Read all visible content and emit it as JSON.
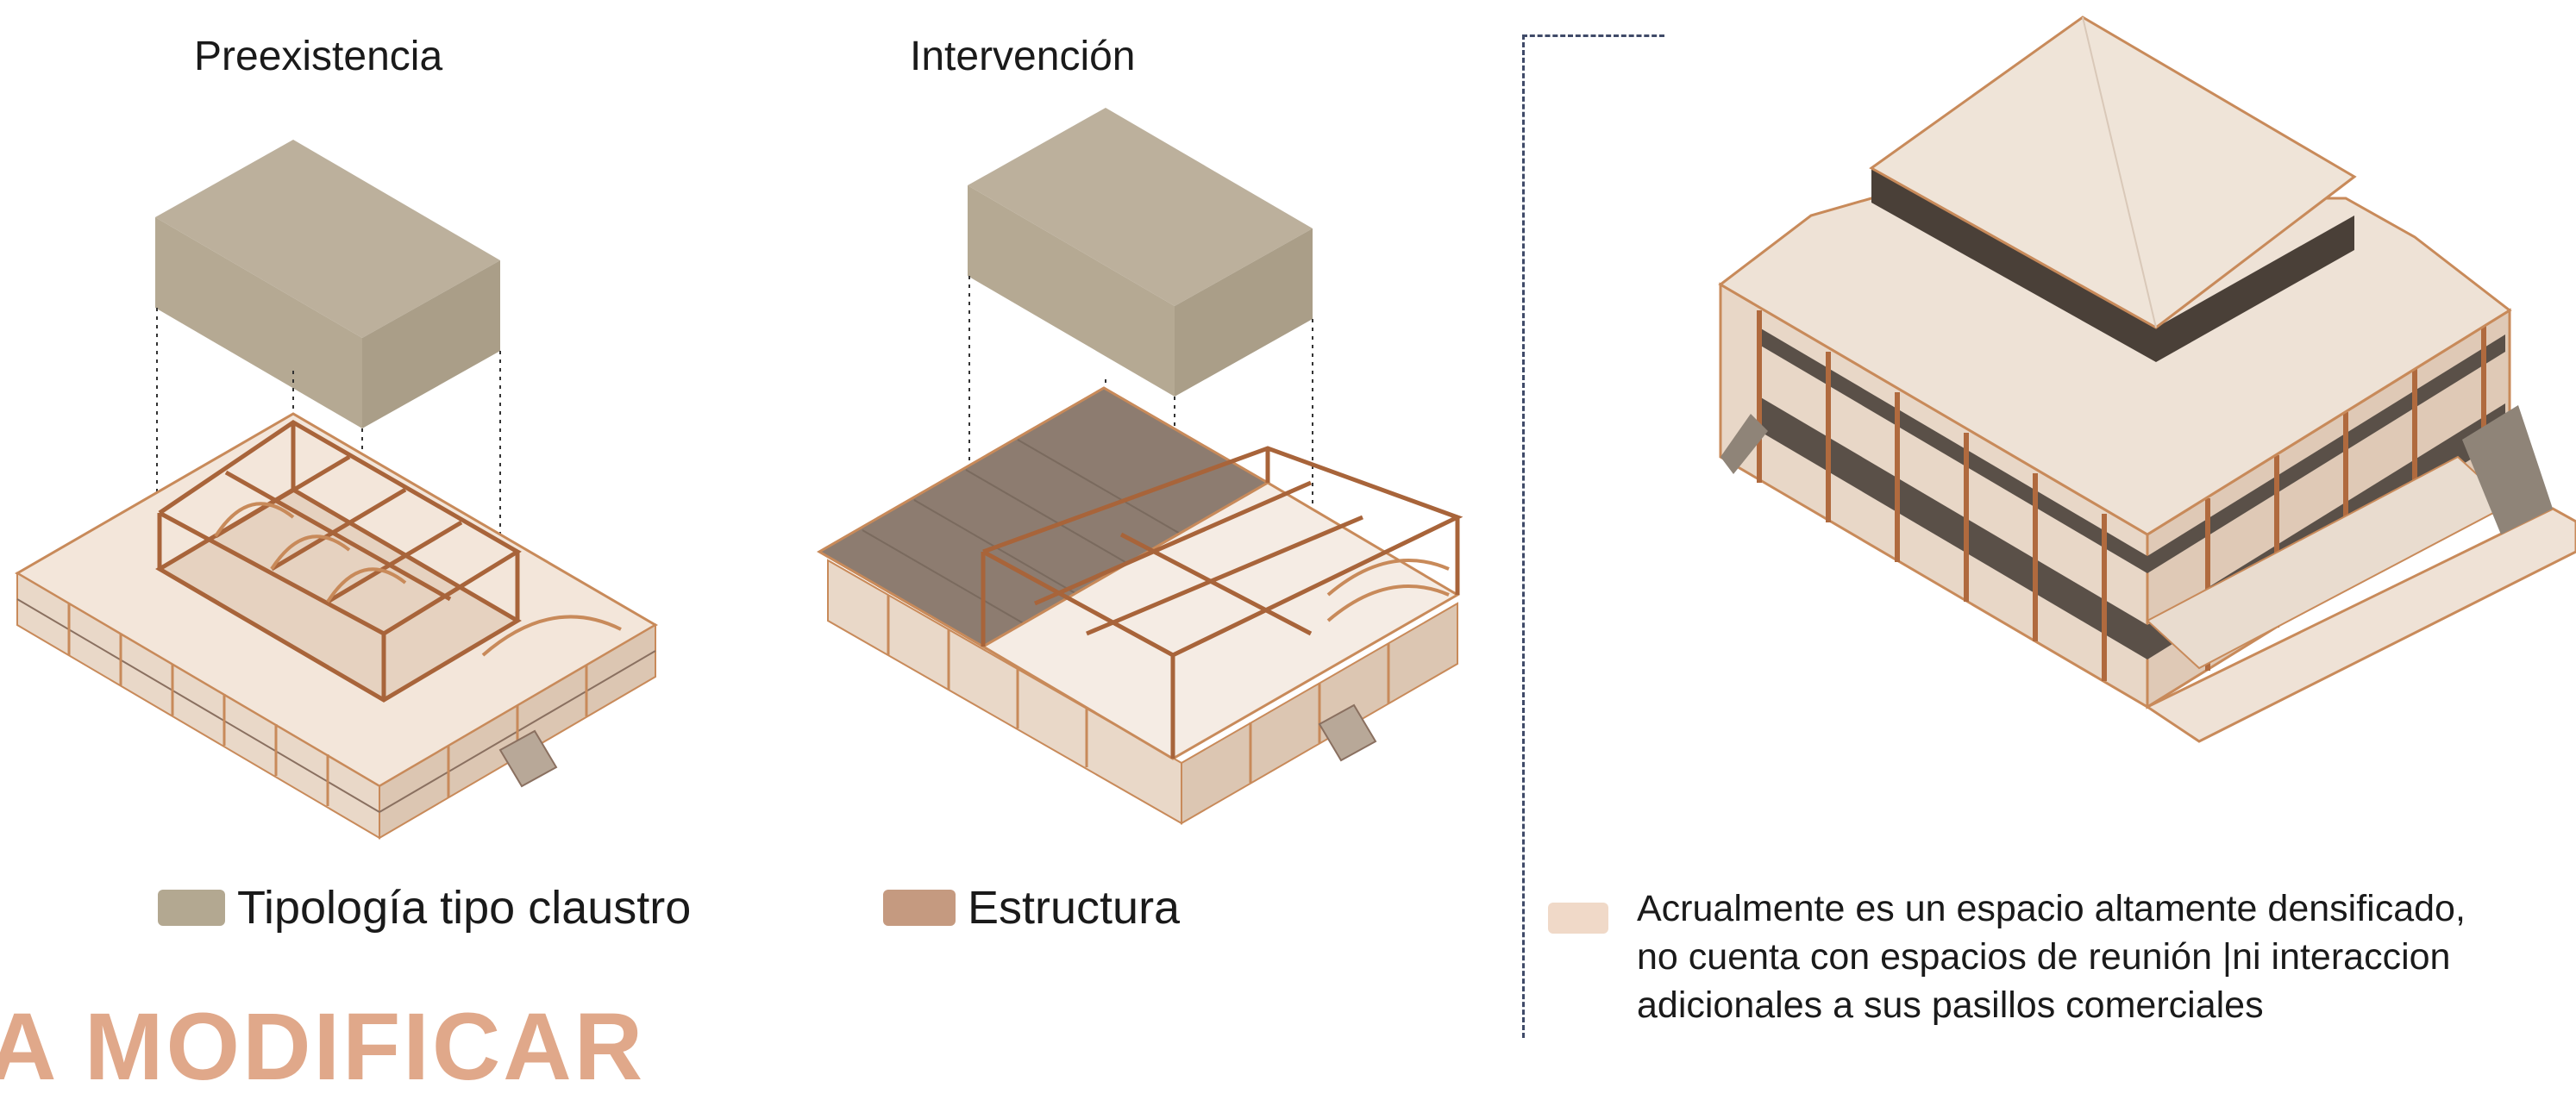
{
  "titles": {
    "left": "Preexistencia",
    "middle": "Intervención"
  },
  "legend": [
    {
      "label": "Tipología tipo claustro",
      "color": "#b3a891"
    },
    {
      "label": "Estructura",
      "color": "#c59a80"
    }
  ],
  "description": {
    "line1": "Acrualmente es un espacio altamente densificado,",
    "line2": "no cuenta con espacios de reunión |ni interaccion",
    "line3": "adicionales a sus pasillos comerciales",
    "color": "#f0d9c8"
  },
  "heading_fragment": "A MODIFICAR",
  "colors": {
    "massing": "#bcb09c",
    "massing_side": "#aea28c",
    "structure": "#c88a5a",
    "floor": "#f3e6da",
    "roof": "#ecdfd2",
    "divider": "#3f4a68",
    "heading": "#e0a88a"
  }
}
